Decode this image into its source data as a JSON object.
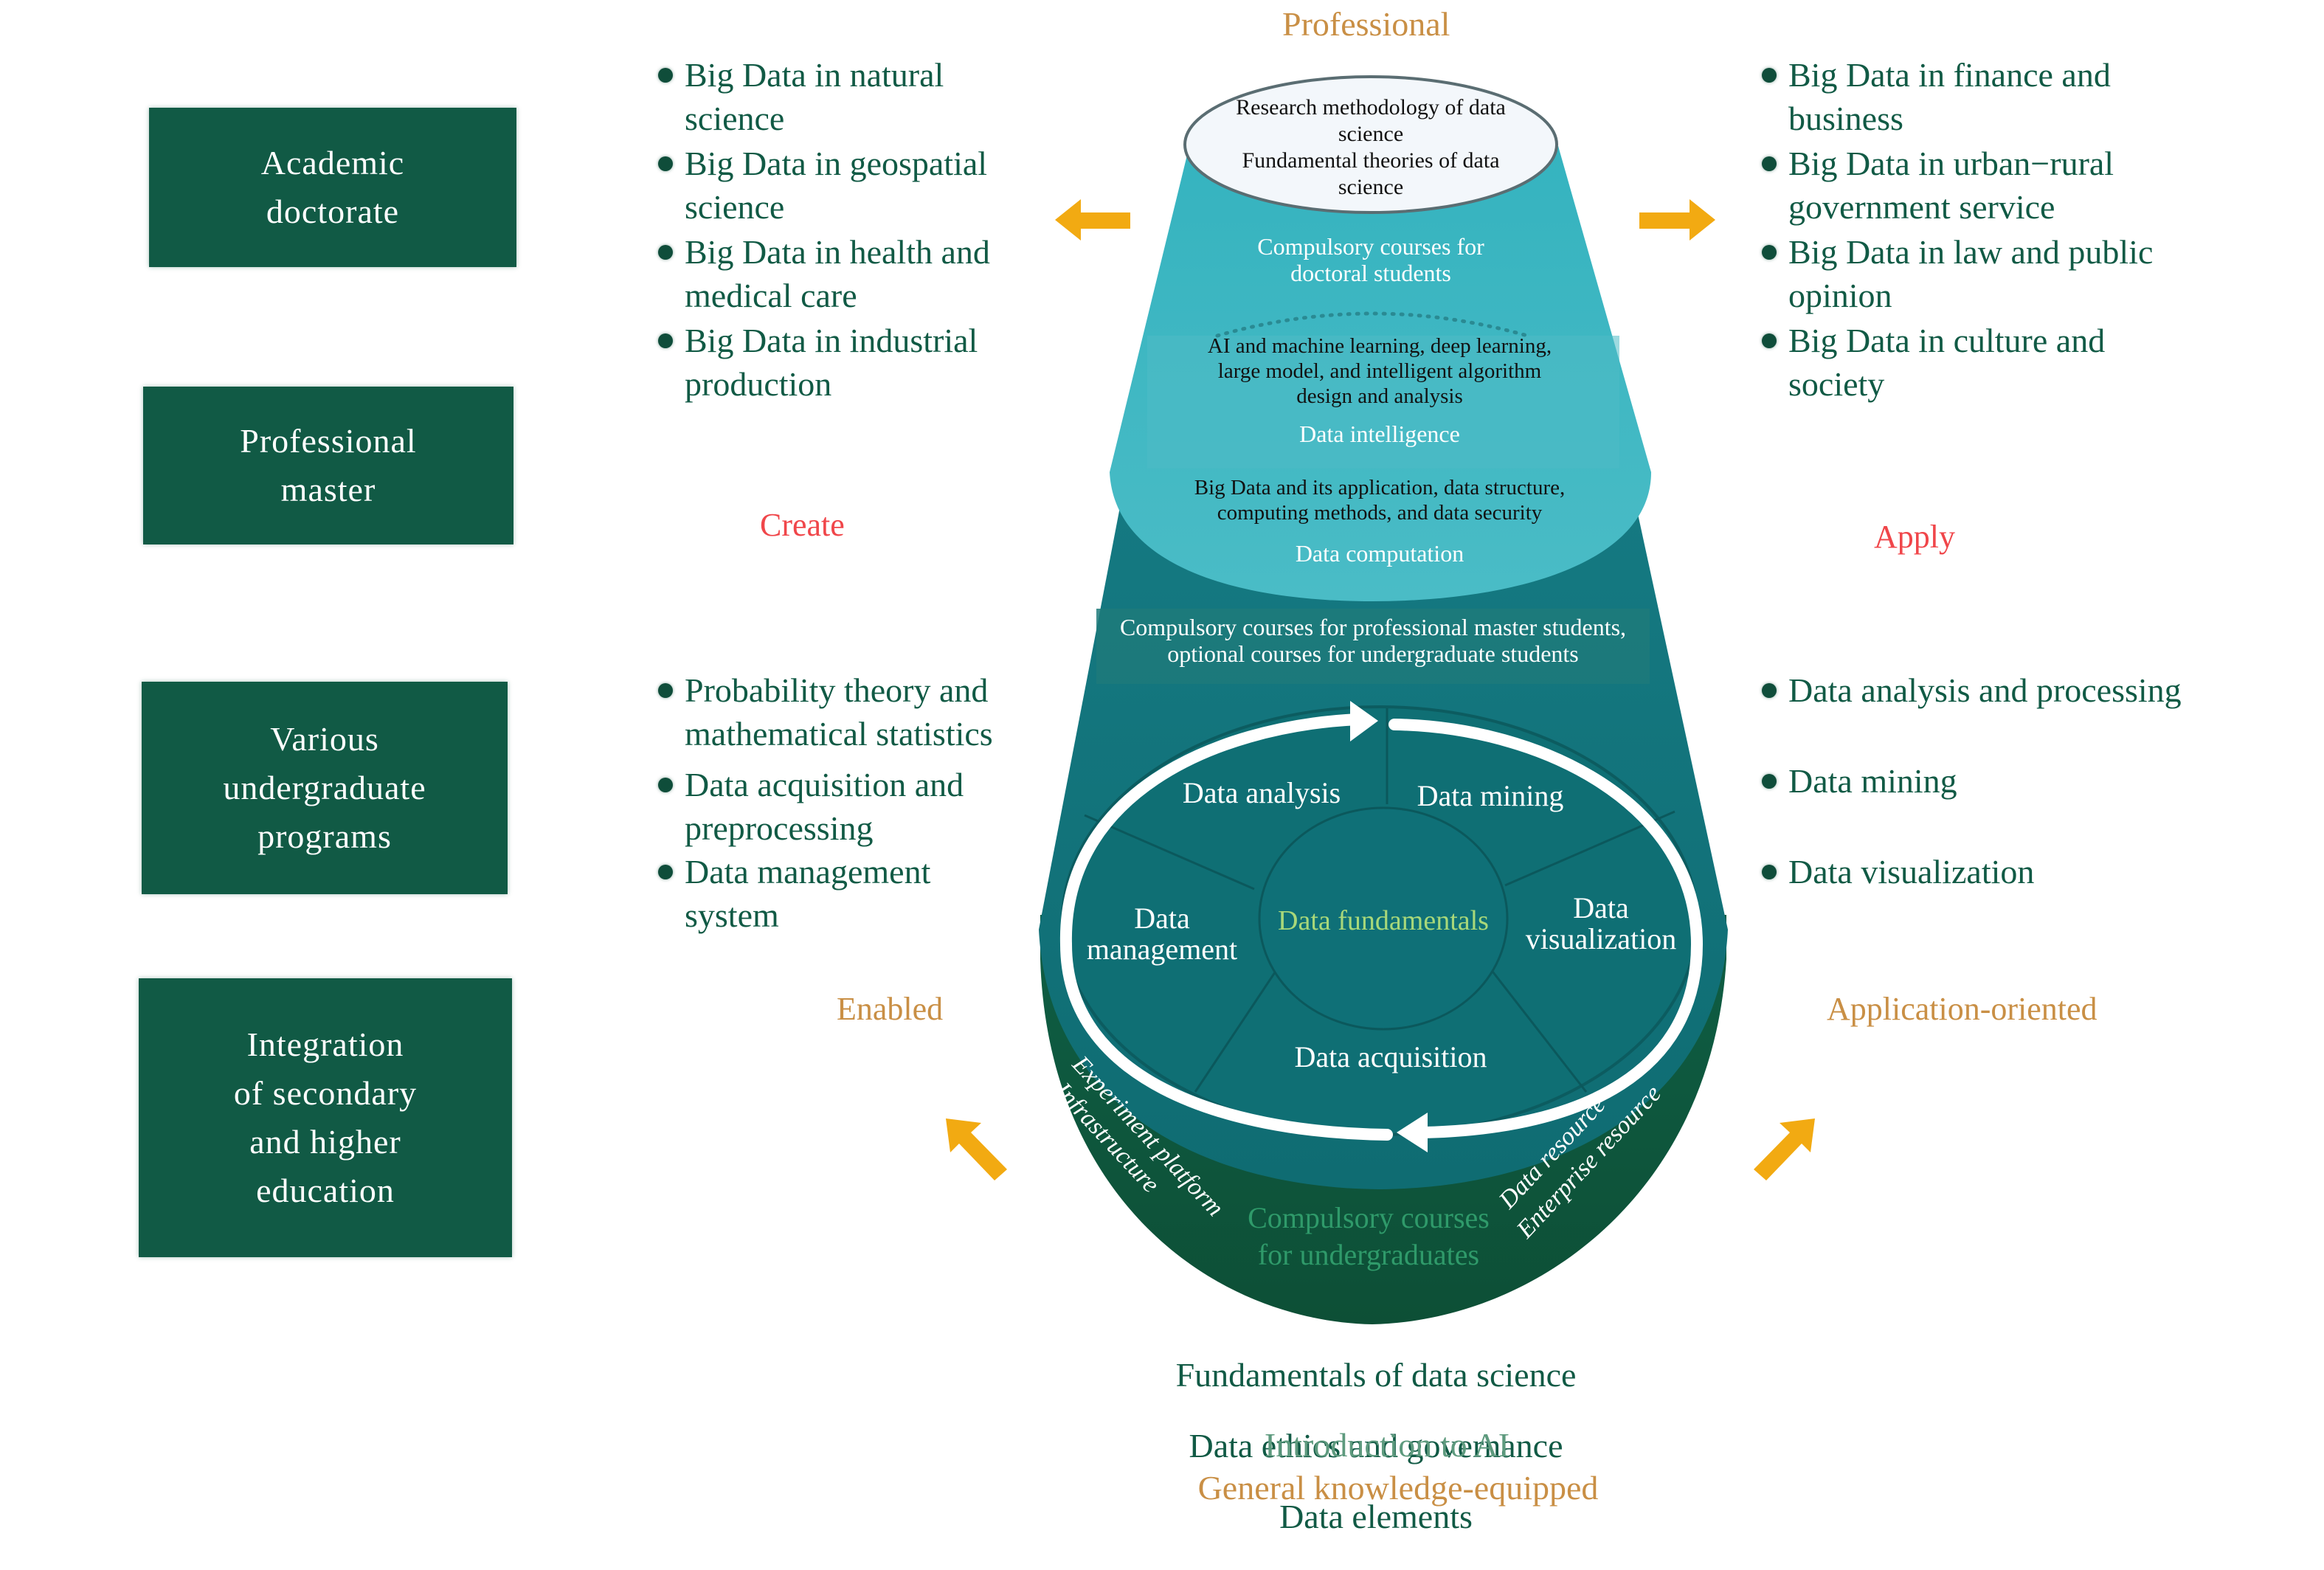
{
  "title_top": "Professional",
  "levels": [
    {
      "label": "Academic\ndoctorate"
    },
    {
      "label": "Professional\nmaster"
    },
    {
      "label": "Various\nundergraduate\nprograms"
    },
    {
      "label": "Integration\nof secondary\nand higher\neducation"
    }
  ],
  "left_upper_bullets": [
    "Big Data in natural\nscience",
    "Big Data in geospatial\nscience",
    "Big Data in health and\nmedical care",
    "Big Data in industrial\nproduction"
  ],
  "right_upper_bullets": [
    "Big Data in finance and\nbusiness",
    "Big Data in urban−rural\ngovernment service",
    "Big Data in law and public\nopinion",
    "Big Data in culture and\n society"
  ],
  "left_lower_bullets": [
    "Probability theory and\nmathematical statistics",
    "Data acquisition and\npreprocessing",
    "Data management\nsystem"
  ],
  "right_lower_bullets": [
    "Data analysis and processing",
    "Data mining",
    "Data visualization"
  ],
  "side_labels": {
    "create": "Create",
    "apply": "Apply",
    "enabled": "Enabled",
    "application_oriented": "Application-oriented"
  },
  "cone": {
    "top_ellipse": "Research methodology of data\nscience\nFundamental theories of data\nscience",
    "doctoral_heading": "Compulsory courses for\ndoctoral students",
    "ai_courses": "AI and machine learning, deep learning,\nlarge model, and intelligent algorithm\ndesign and analysis",
    "data_intelligence": "Data intelligence",
    "bigdata_courses": "Big Data and its application, data structure,\ncomputing methods, and data security",
    "data_computation": "Data computation",
    "master_heading": "Compulsory courses for professional master students,\noptional courses for undergraduate students",
    "wheel": {
      "center": "Data fundamentals",
      "segments": [
        "Data analysis",
        "Data mining",
        "Data\nvisualization",
        "Data acquisition",
        "Data\nmanagement"
      ]
    },
    "left_curved": [
      "Experiment platform",
      "Infrastructure"
    ],
    "right_curved": [
      "Data resource",
      "Enterprise resource"
    ],
    "undergrad_heading": "Compulsory courses\nfor undergraduates"
  },
  "bottom": {
    "lines": [
      "Fundamentals of data science",
      "Data ethics and governance",
      "Data elements"
    ],
    "intro_ai": "Introduction to AI",
    "general": "General knowledge-equipped"
  },
  "colors": {
    "dark_green": "#115a45",
    "teal_dark": "#0f6f74",
    "teal_mid": "#1a7f84",
    "teal_light": "#4bbcc8",
    "arrow_yellow": "#f2aa12",
    "red": "#f0464a",
    "gold": "#c98f45",
    "fundamentals_green": "#a8d87a",
    "undergrad_green": "#2f9a6a",
    "intro_ai_green": "#5e9a7e"
  }
}
